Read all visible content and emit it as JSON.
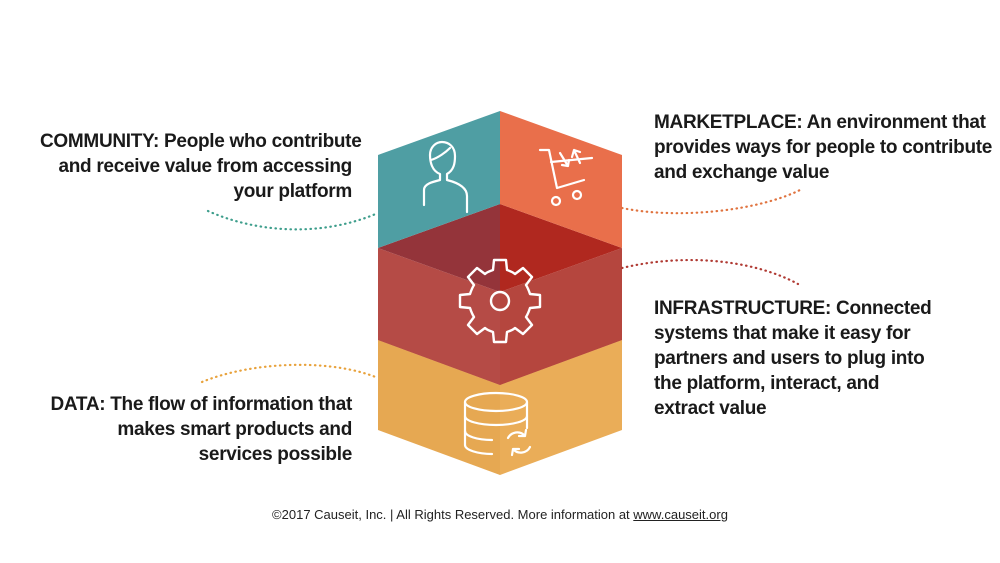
{
  "labels": {
    "community": [
      "COMMUNITY: People who contribute",
      "and receive value from accessing",
      "your platform"
    ],
    "marketplace": [
      "MARKETPLACE: An environment that",
      "provides ways for people to contribute",
      "and exchange value"
    ],
    "infrastructure": [
      "INFRASTRUCTURE: Connected",
      "systems that make it easy for",
      "partners and users to plug into",
      "the platform, interact, and",
      "extract value"
    ],
    "data": [
      "DATA: The flow of information that",
      "makes smart products and",
      "services possible"
    ]
  },
  "footer": {
    "text": "©2017 Causeit, Inc. | All Rights Reserved. More information at ",
    "link": "www.causeit.org"
  },
  "icons": {
    "community": "person-icon",
    "marketplace": "shopping-cart-icon",
    "infrastructure": "gear-icon",
    "data": "database-sync-icon"
  },
  "colors": {
    "community": "#4f9ea3",
    "marketplace": "#e96f4b",
    "infrastructure_left": "#b54b46",
    "infrastructure_right": "#b23d36",
    "data_left": "#e6a852",
    "data_right": "#e9ad56",
    "data_top": "#d97b2a",
    "community_connector": "#3e9e8c",
    "marketplace_connector": "#e0733f",
    "infrastructure_connector": "#b03a33",
    "data_connector": "#e8a23c"
  }
}
